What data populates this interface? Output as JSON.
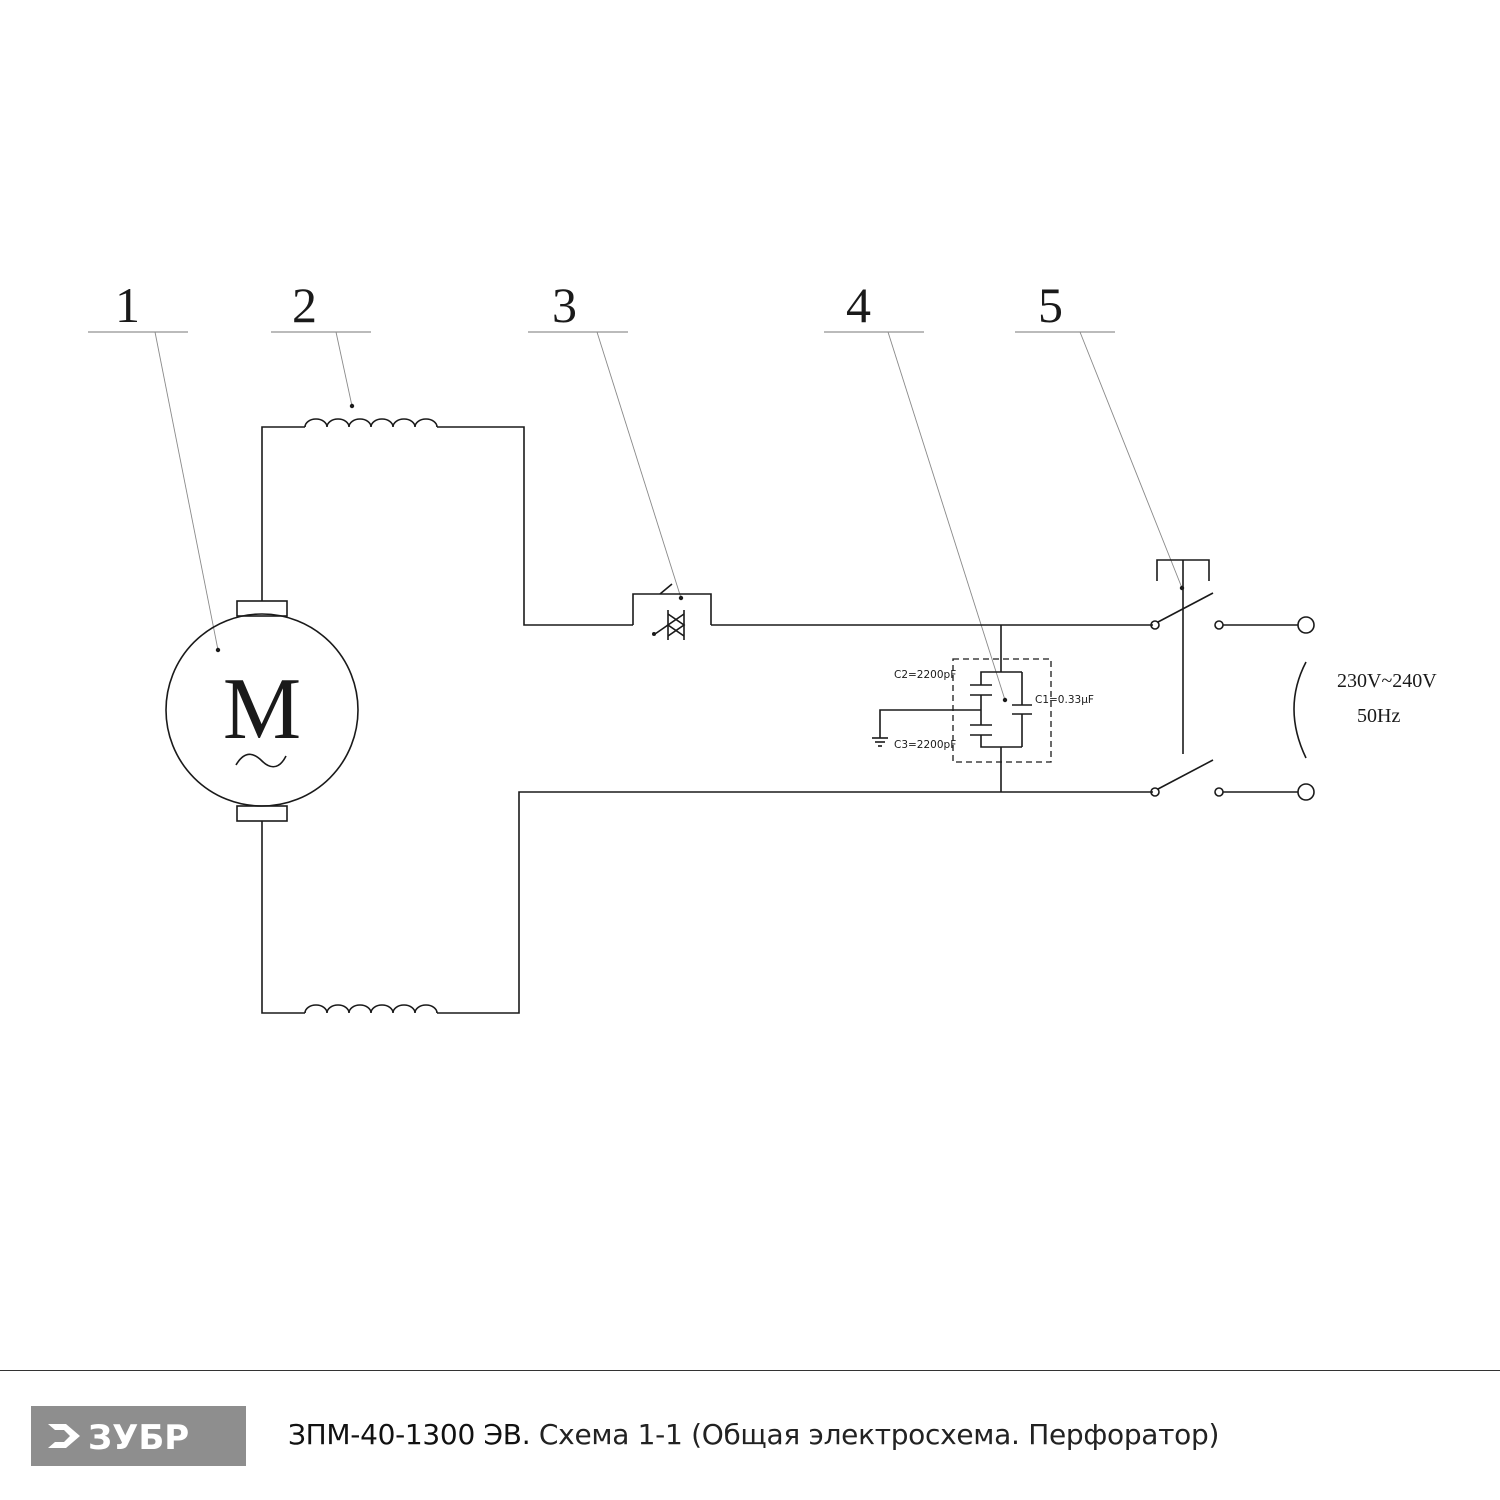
{
  "diagram": {
    "callouts": [
      "1",
      "2",
      "3",
      "4",
      "5"
    ],
    "motor": {
      "letter": "M",
      "symbol": "~"
    },
    "components": {
      "c2": "C2=2200pF",
      "c3": "C3=2200pF",
      "c1": "C1=0.33µF"
    },
    "supply": {
      "voltage": "230V~240V",
      "frequency": "50Hz"
    }
  },
  "footer": {
    "logo_text": "ЗУБР",
    "model": "ЗПМ-40-1300 ЭВ.",
    "description": " Схема 1-1 (Общая электросхема. Перфоратор)"
  },
  "colors": {
    "line": "#1a1a1a",
    "leader": "#8a8a8a",
    "logo_bg": "#8e8e8e",
    "logo_fg": "#ffffff"
  }
}
